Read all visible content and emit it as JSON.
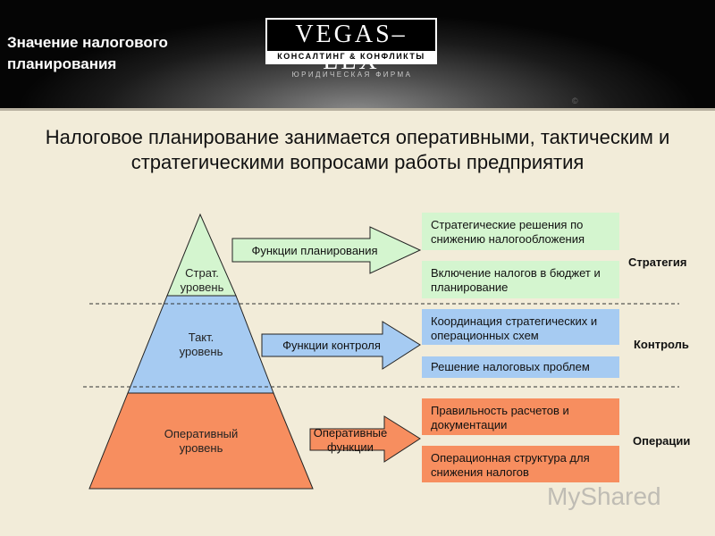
{
  "header": {
    "title": "Значение налогового\nпланирования",
    "logo_main": "VEGAS–LEX",
    "logo_sub": "КОНСАЛТИНГ & КОНФЛИКТЫ",
    "firm": "ЮРИДИЧЕСКАЯ ФИРМА",
    "copyright": "©"
  },
  "main_title": "Налоговое планирование занимается оперативными, тактическим и стратегическими вопросами работы предприятия",
  "pyramid": {
    "strategic": "Страт.\nуровень",
    "tactical": "Такт.\nуровень",
    "operational": "Оперативный\nуровень",
    "colors": {
      "top": "#d4f5cf",
      "middle": "#a6cbf2",
      "bottom": "#f78e5f"
    }
  },
  "arrows": {
    "planning": "Функции планирования",
    "control": "Функции контроля",
    "operational": "Оперативные\nфункции"
  },
  "boxes": {
    "strategic_1": "Стратегические решения по снижению налогообложения",
    "strategic_2": "Включение налогов в бюджет и планирование",
    "tactical_1": "Координация стратегических и операционных схем",
    "tactical_2": "Решение налоговых проблем",
    "operational_1": "Правильность расчетов и документации",
    "operational_2": "Операционная структура для снижения налогов"
  },
  "categories": {
    "strategy": "Стратегия",
    "control": "Контроль",
    "operations": "Операции"
  },
  "watermark": "MyShared"
}
